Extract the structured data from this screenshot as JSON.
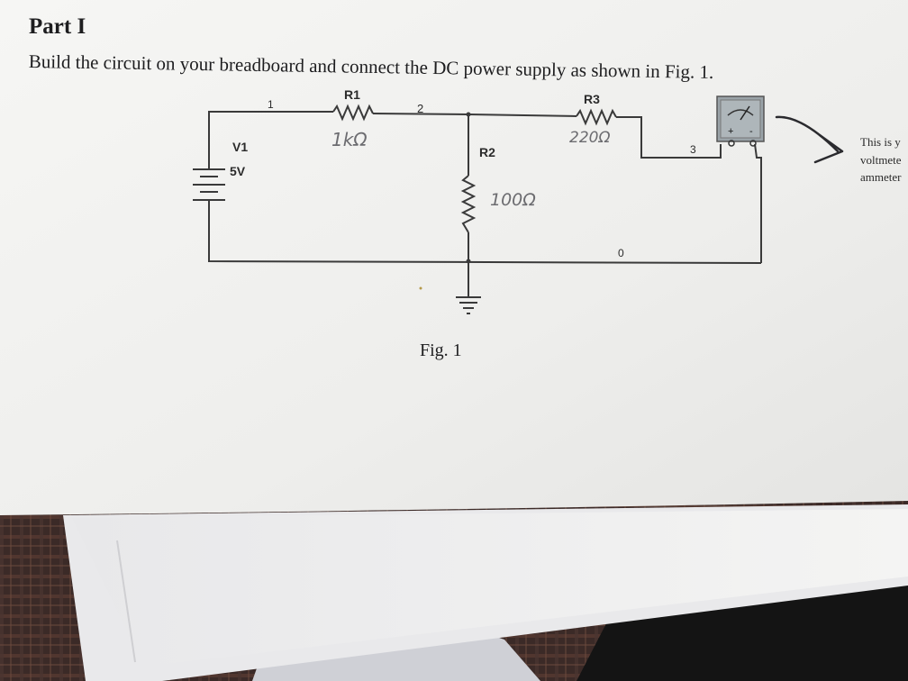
{
  "heading": "Part I",
  "instruction": "Build the circuit on your breadboard and connect the DC power supply as shown in Fig. 1.",
  "figure_caption": "Fig. 1",
  "circuit": {
    "source": {
      "name": "V1",
      "value": "5V"
    },
    "resistors": [
      {
        "name": "R1",
        "value_handwritten": "1kΩ"
      },
      {
        "name": "R2",
        "value_handwritten": "100Ω"
      },
      {
        "name": "R3",
        "value_handwritten": "220Ω"
      }
    ],
    "nodes": [
      "1",
      "2",
      "3",
      "0"
    ]
  },
  "side_note": [
    "This is y",
    "voltmete",
    "ammeter"
  ],
  "colors": {
    "paper": "#f2f2f0",
    "paper_shadow": "#d9d9d7",
    "ink": "#2b2b2b",
    "pencil": "#6c6c70",
    "meter_face": "#9aa3a8",
    "fabric": "#3a2a26"
  }
}
